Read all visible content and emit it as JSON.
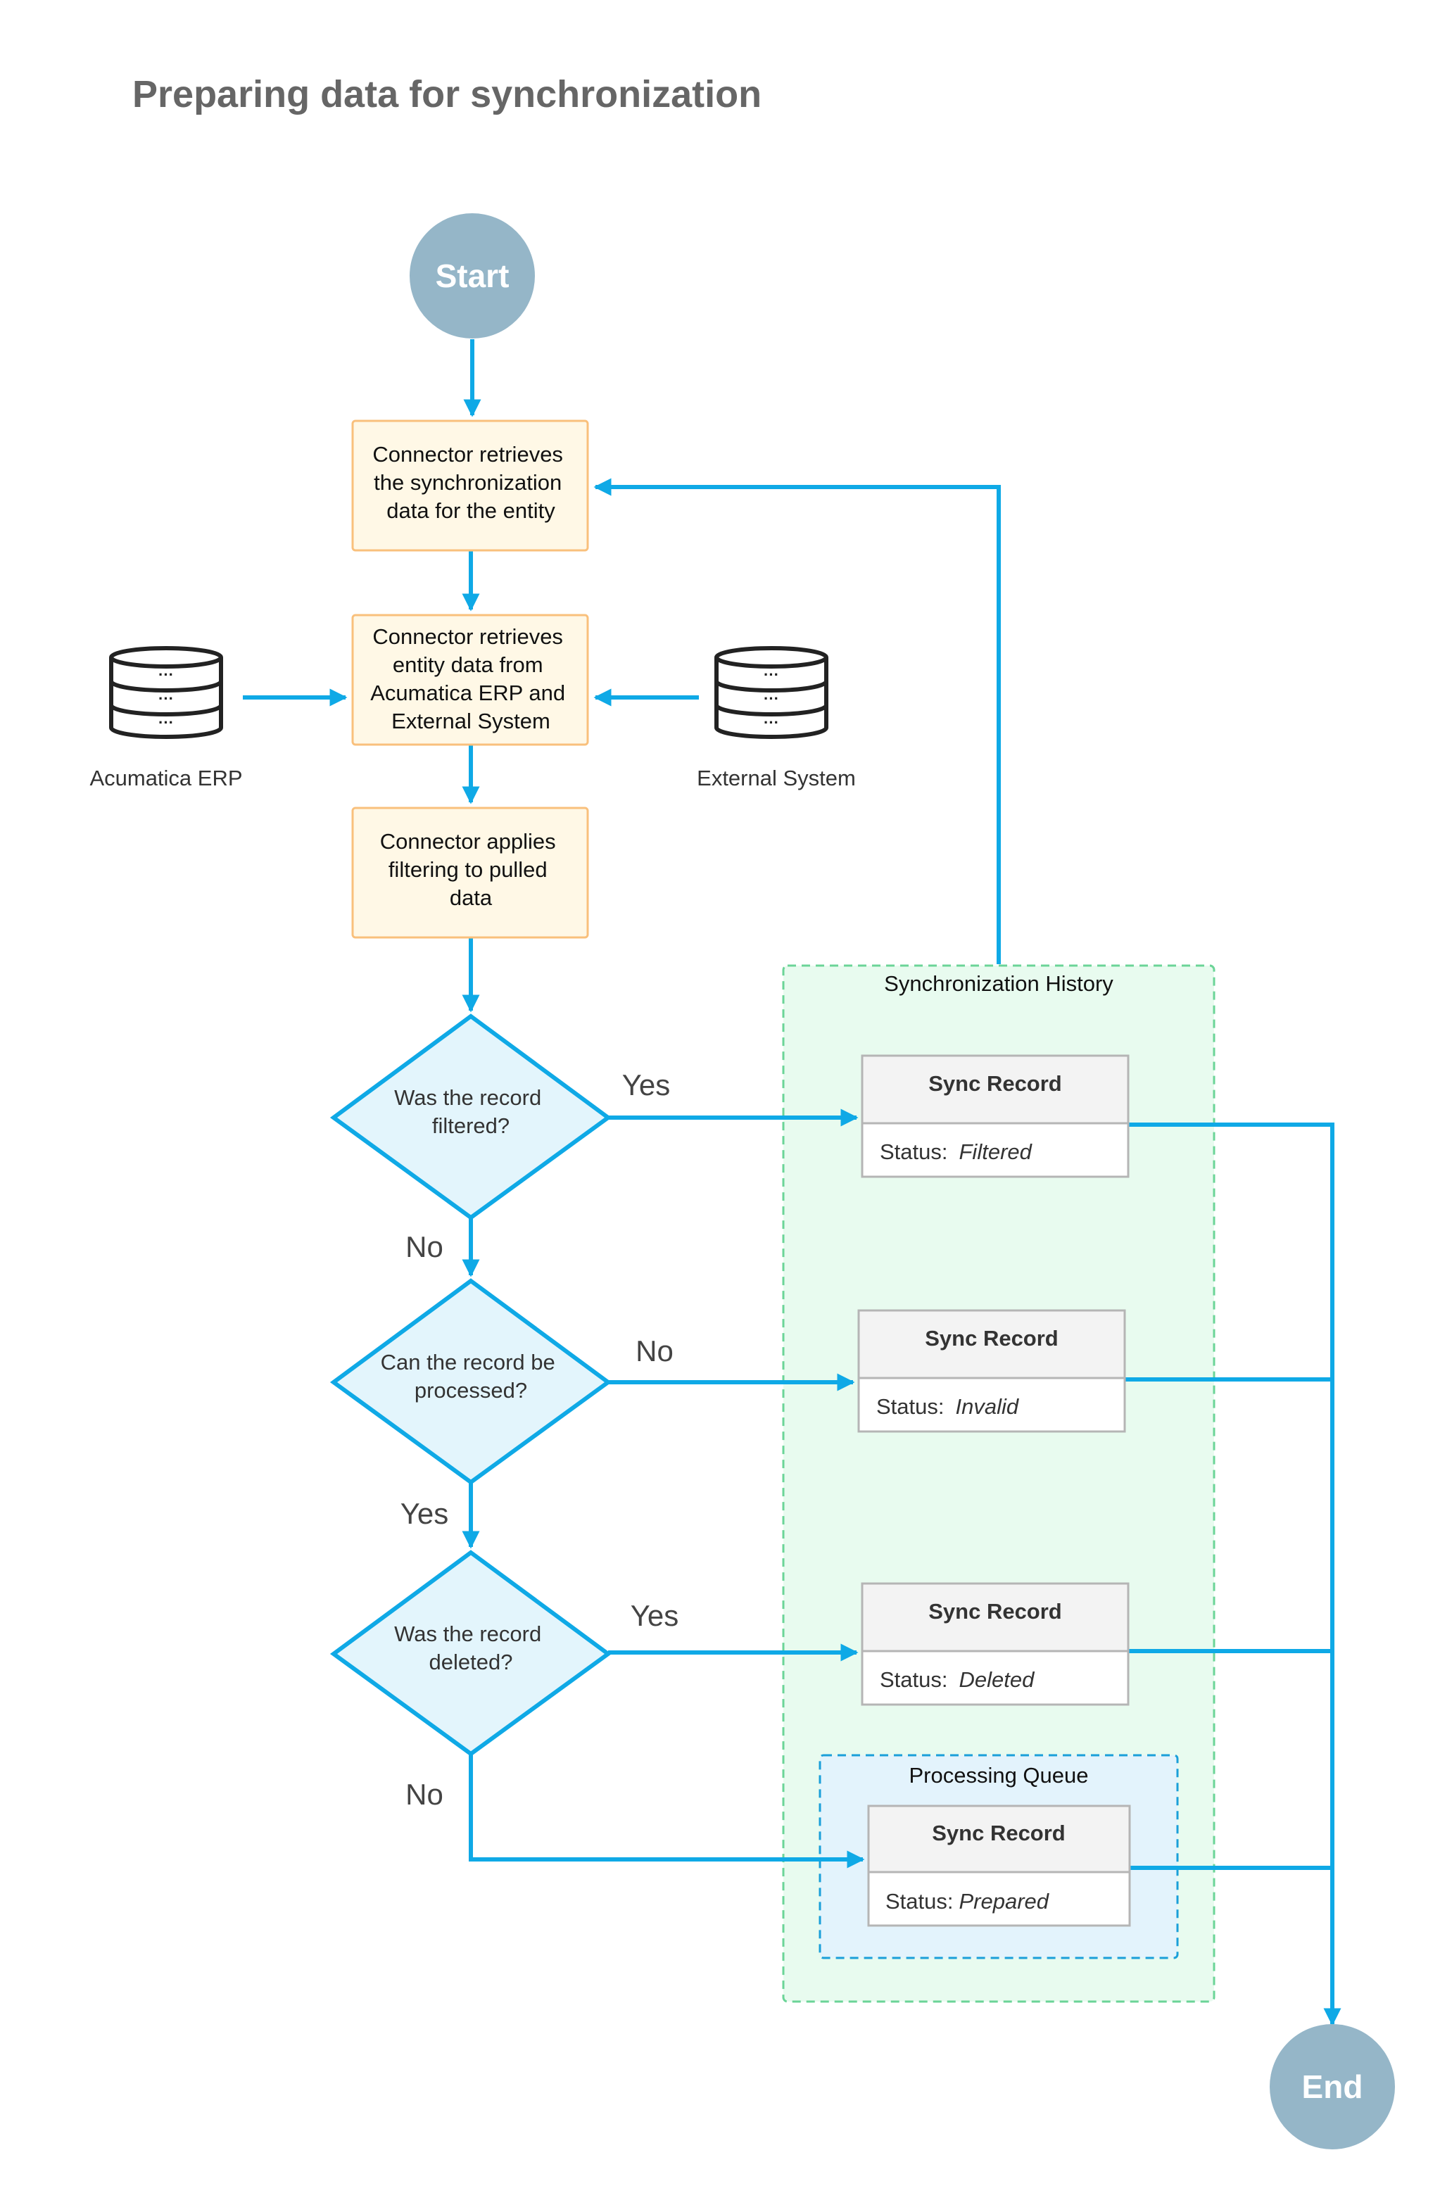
{
  "title": "Preparing data for synchronization",
  "start": "Start",
  "end": "End",
  "steps": {
    "retrieve_sync": [
      "Connector retrieves",
      "the synchronization",
      "data for the entity"
    ],
    "retrieve_entity": [
      "Connector retrieves",
      "entity data from",
      "Acumatica ERP and",
      "External System"
    ],
    "apply_filter": [
      "Connector applies",
      "filtering to pulled",
      "data"
    ]
  },
  "sources": {
    "erp": "Acumatica ERP",
    "external": "External System"
  },
  "decisions": {
    "filtered": [
      "Was the record",
      "filtered?"
    ],
    "processed": [
      "Can the record be",
      "processed?"
    ],
    "deleted": [
      "Was the record",
      "deleted?"
    ]
  },
  "edge_labels": {
    "filtered_yes": "Yes",
    "filtered_no": "No",
    "processed_no": "No",
    "processed_yes": "Yes",
    "deleted_yes": "Yes",
    "deleted_no": "No"
  },
  "containers": {
    "history": "Synchronization History",
    "queue": "Processing Queue"
  },
  "records": [
    {
      "header": "Sync Record",
      "status_label": "Status:",
      "status_value": "Filtered"
    },
    {
      "header": "Sync Record",
      "status_label": "Status:",
      "status_value": "Invalid"
    },
    {
      "header": "Sync Record",
      "status_label": "Status:",
      "status_value": "Deleted"
    },
    {
      "header": "Sync Record",
      "status_label": "Status:",
      "status_value": "Prepared"
    }
  ],
  "colors": {
    "edge": "#0fa9e6",
    "circle": "#95b6c8",
    "step_fill": "#fff8e6",
    "step_stroke": "#f9c07c",
    "decision_fill": "#e3f5fc",
    "decision_stroke": "#0fa9e6",
    "history_fill": "#e8fbef",
    "history_stroke": "#6bd497",
    "queue_fill": "#e3f3fc",
    "queue_stroke": "#1a9fd9",
    "record_head_fill": "#f3f3f3",
    "record_stroke": "#b5b5b5"
  },
  "icons": [
    "database-icon",
    "database-icon"
  ]
}
